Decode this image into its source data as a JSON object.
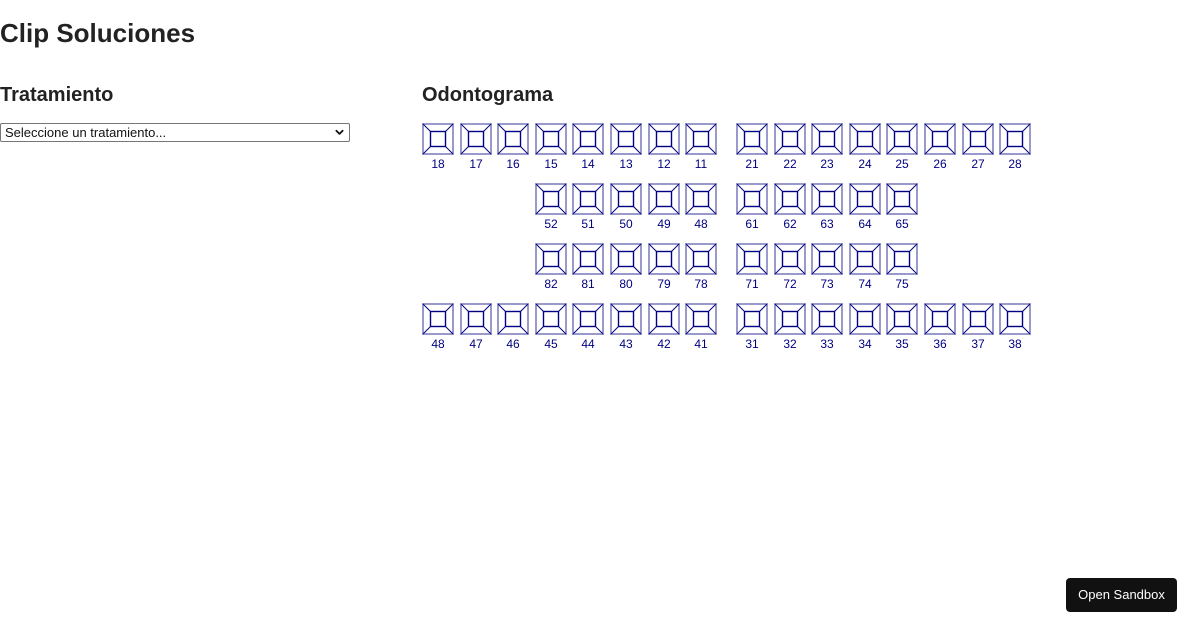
{
  "app": {
    "title": "Clip Soluciones"
  },
  "treatment": {
    "heading": "Tratamiento",
    "select_value": "Seleccione un tratamiento...",
    "select_icon": "chevron-down-icon"
  },
  "odontogram": {
    "heading": "Odontograma",
    "colors": {
      "outer_border": "#9999cc",
      "inner_lines": "#000080",
      "label": "#000080"
    },
    "rows": [
      {
        "name": "upper-permanent",
        "left": [
          "18",
          "17",
          "16",
          "15",
          "14",
          "13",
          "12",
          "11"
        ],
        "right": [
          "21",
          "22",
          "23",
          "24",
          "25",
          "26",
          "27",
          "28"
        ]
      },
      {
        "name": "upper-deciduous",
        "left": [
          "52",
          "51",
          "50",
          "49",
          "48"
        ],
        "right": [
          "61",
          "62",
          "63",
          "64",
          "65"
        ]
      },
      {
        "name": "lower-deciduous",
        "left": [
          "82",
          "81",
          "80",
          "79",
          "78"
        ],
        "right": [
          "71",
          "72",
          "73",
          "74",
          "75"
        ]
      },
      {
        "name": "lower-permanent",
        "left": [
          "48",
          "47",
          "46",
          "45",
          "44",
          "43",
          "42",
          "41"
        ],
        "right": [
          "31",
          "32",
          "33",
          "34",
          "35",
          "36",
          "37",
          "38"
        ]
      }
    ]
  },
  "footer": {
    "sandbox_button": "Open Sandbox"
  }
}
